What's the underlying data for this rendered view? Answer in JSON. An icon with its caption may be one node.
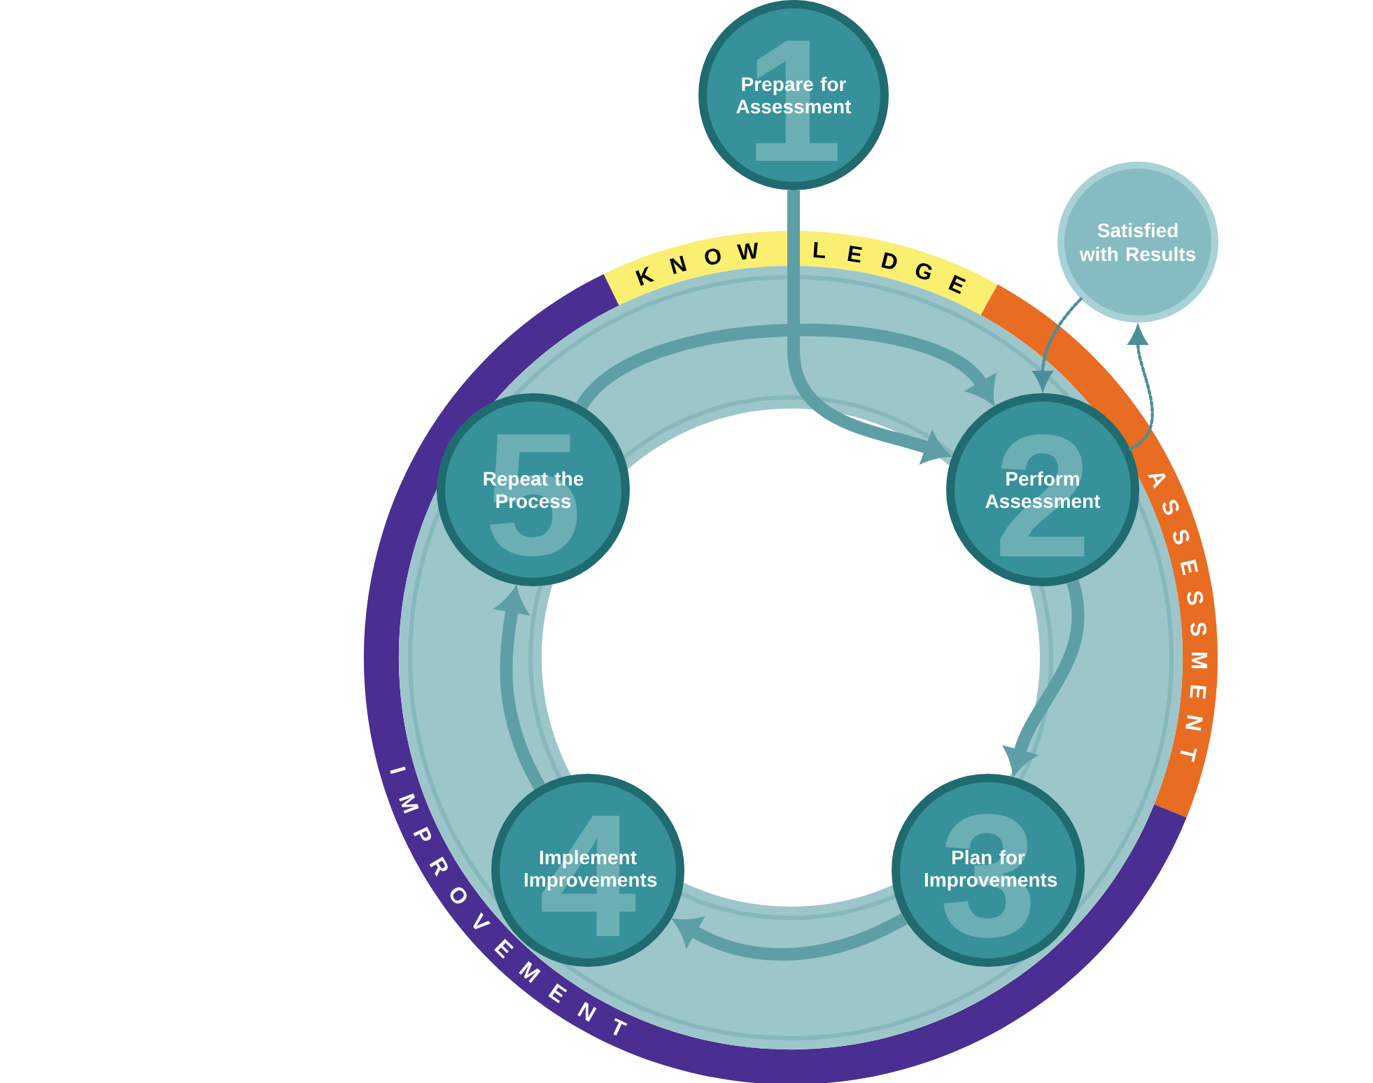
{
  "diagram": {
    "nodes": [
      {
        "text": [
          "1",
          "Prepare for Assessment"
        ]
      },
      {
        "text": [
          "2",
          "Perform Assessment"
        ]
      },
      {
        "text": [
          "3",
          "Plan for Improvements"
        ]
      },
      {
        "text": [
          "4",
          "Implement Improvements"
        ]
      },
      {
        "text": [
          "5",
          "Repeat the Process"
        ]
      },
      {
        "text": [
          "Satisfied with Results"
        ]
      }
    ],
    "edges": [
      {
        "from": 0,
        "to": 1,
        "arrow": "to"
      },
      {
        "from": 1,
        "to": 2,
        "arrow": "to"
      },
      {
        "from": 2,
        "to": 3,
        "arrow": "to"
      },
      {
        "from": 3,
        "to": 4,
        "arrow": "to"
      },
      {
        "from": 4,
        "to": 1,
        "arrow": "to"
      },
      {
        "from": 5,
        "to": 1,
        "arrow": "to",
        "style": "dashed",
        "color": "#4a8f99"
      },
      {
        "from": 1,
        "to": 5,
        "arrow": "to",
        "style": "dashed",
        "color": "#4a8f99"
      }
    ],
    "labels": [
      "KNOWLEDGE",
      "ASSESSMENT",
      "IMPROVEMENT"
    ]
  }
}
